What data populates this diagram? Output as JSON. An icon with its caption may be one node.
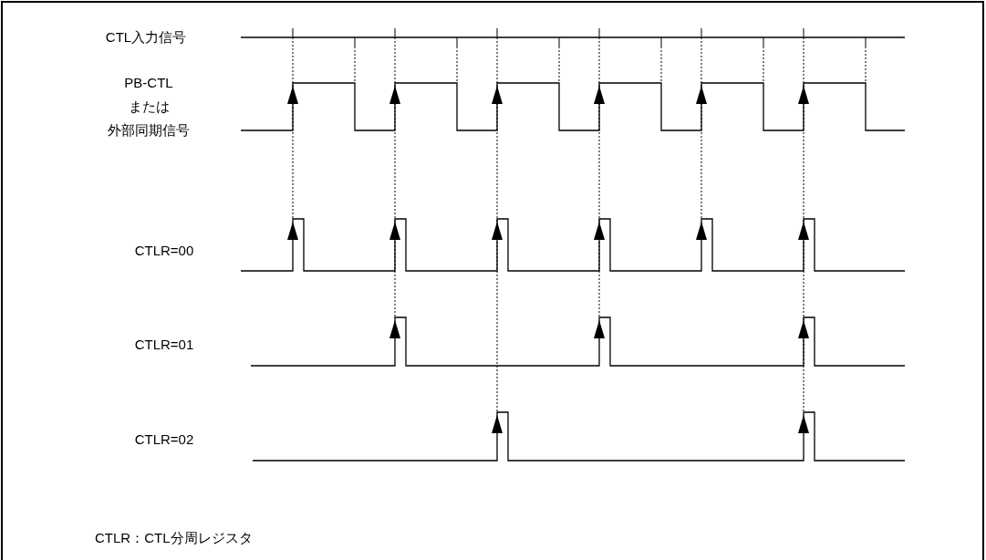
{
  "diagram": {
    "labels": [
      "CTL入力信号",
      "PB-CTLまたは外部同期信号",
      "CTLR=00",
      "CTLR=01",
      "CTLR=02",
      "CTLR：CTL分周レジスタ"
    ]
  }
}
